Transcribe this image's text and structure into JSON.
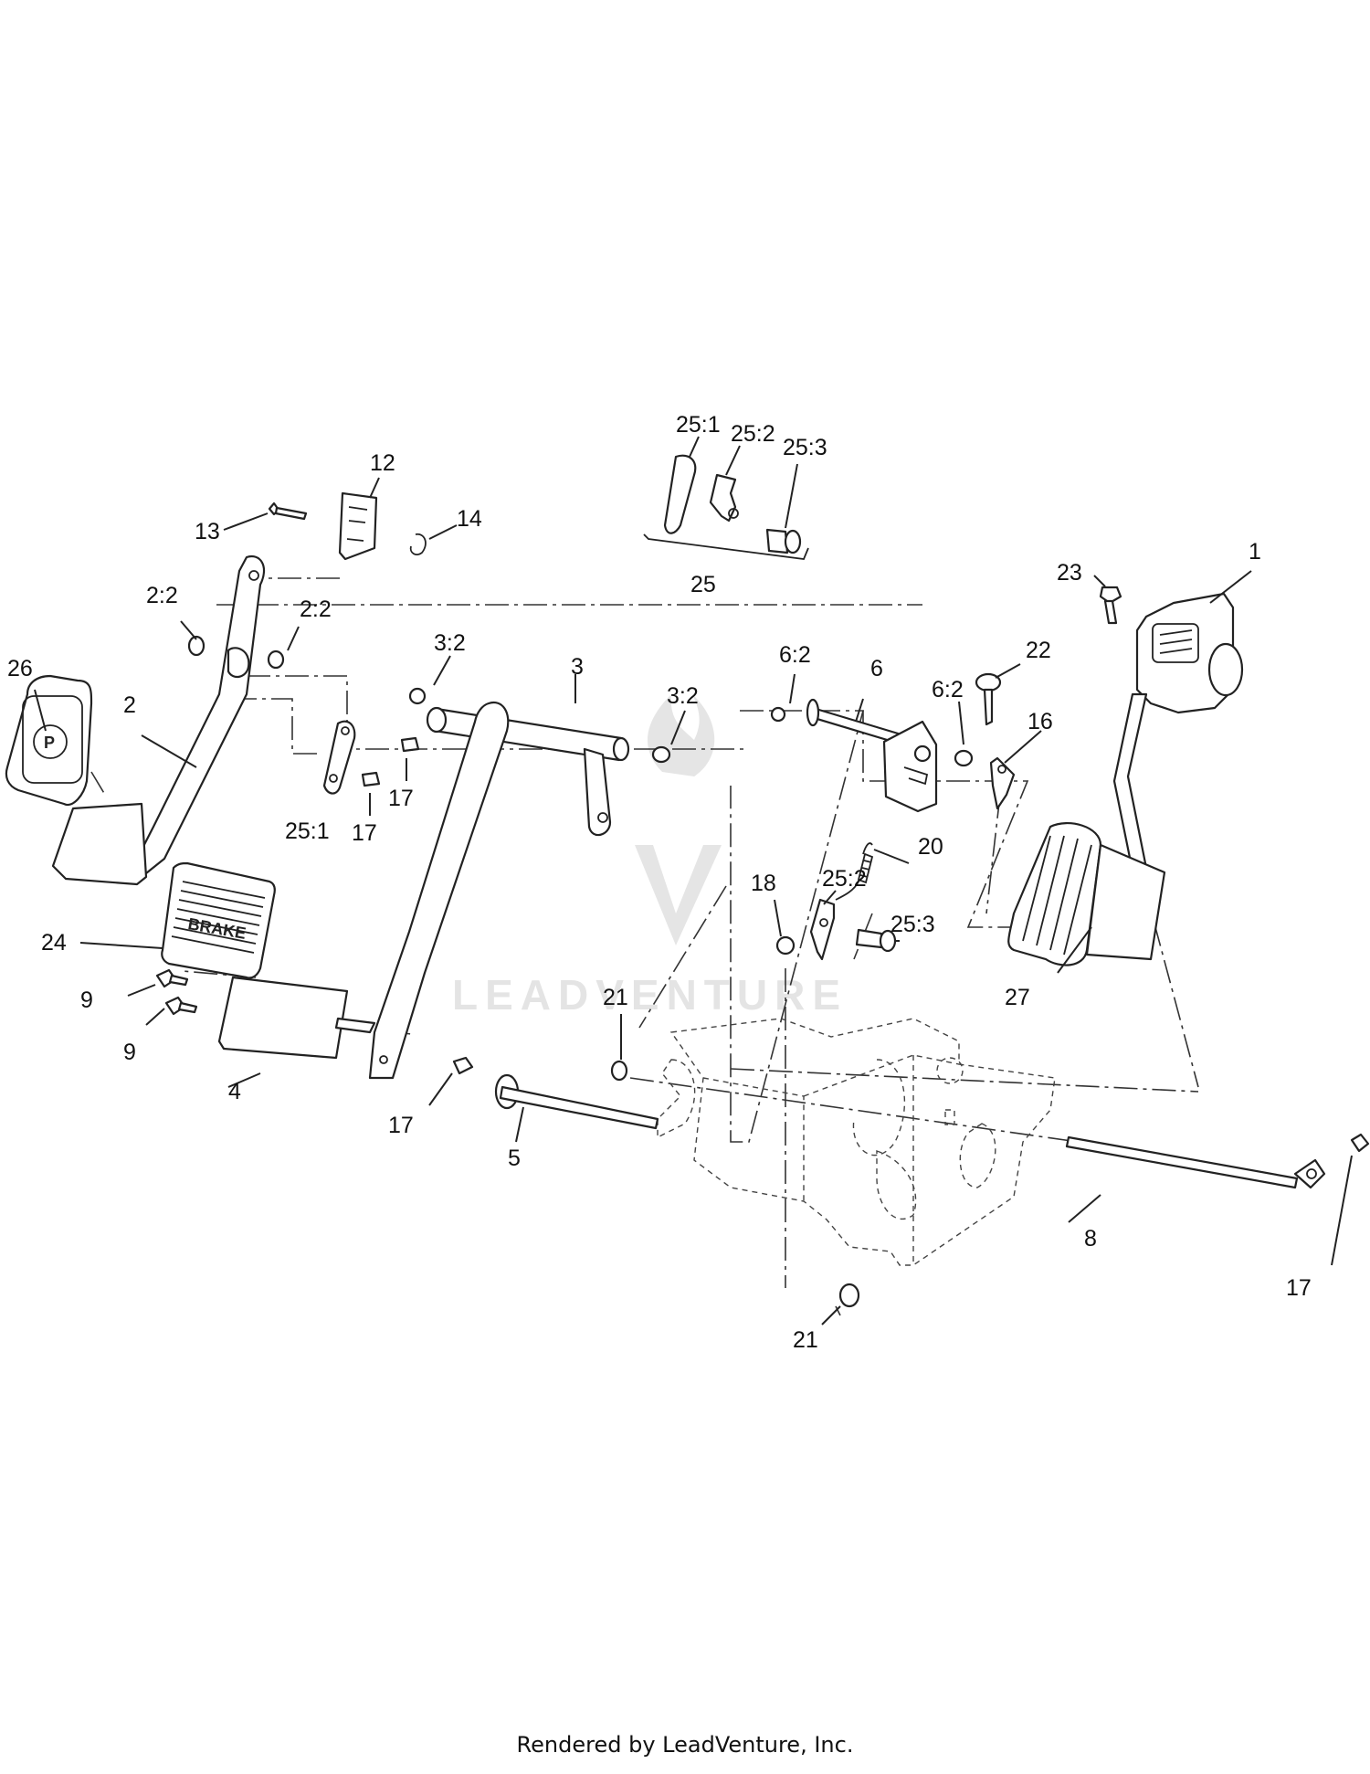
{
  "watermark": {
    "text": "LEADVENTURE"
  },
  "pedal_text": {
    "brake": "BRAKE",
    "park": "P"
  },
  "footer": "Rendered by LeadVenture, Inc.",
  "callouts": {
    "c1": "1",
    "c2": "2",
    "c2_2a": "2:2",
    "c2_2b": "2:2",
    "c3": "3",
    "c3_2a": "3:2",
    "c3_2b": "3:2",
    "c4": "4",
    "c5": "5",
    "c6": "6",
    "c6_2a": "6:2",
    "c6_2b": "6:2",
    "c8": "8",
    "c9a": "9",
    "c9b": "9",
    "c12": "12",
    "c13": "13",
    "c14": "14",
    "c16": "16",
    "c17a": "17",
    "c17b": "17",
    "c17c": "17",
    "c17d": "17",
    "c18": "18",
    "c20": "20",
    "c21a": "21",
    "c21b": "21",
    "c22": "22",
    "c23": "23",
    "c24": "24",
    "c25": "25",
    "c25_1a": "25:1",
    "c25_2a": "25:2",
    "c25_3a": "25:3",
    "c25_1b": "25:1",
    "c25_2b": "25:2",
    "c25_3b": "25:3",
    "c26": "26",
    "c27": "27"
  }
}
